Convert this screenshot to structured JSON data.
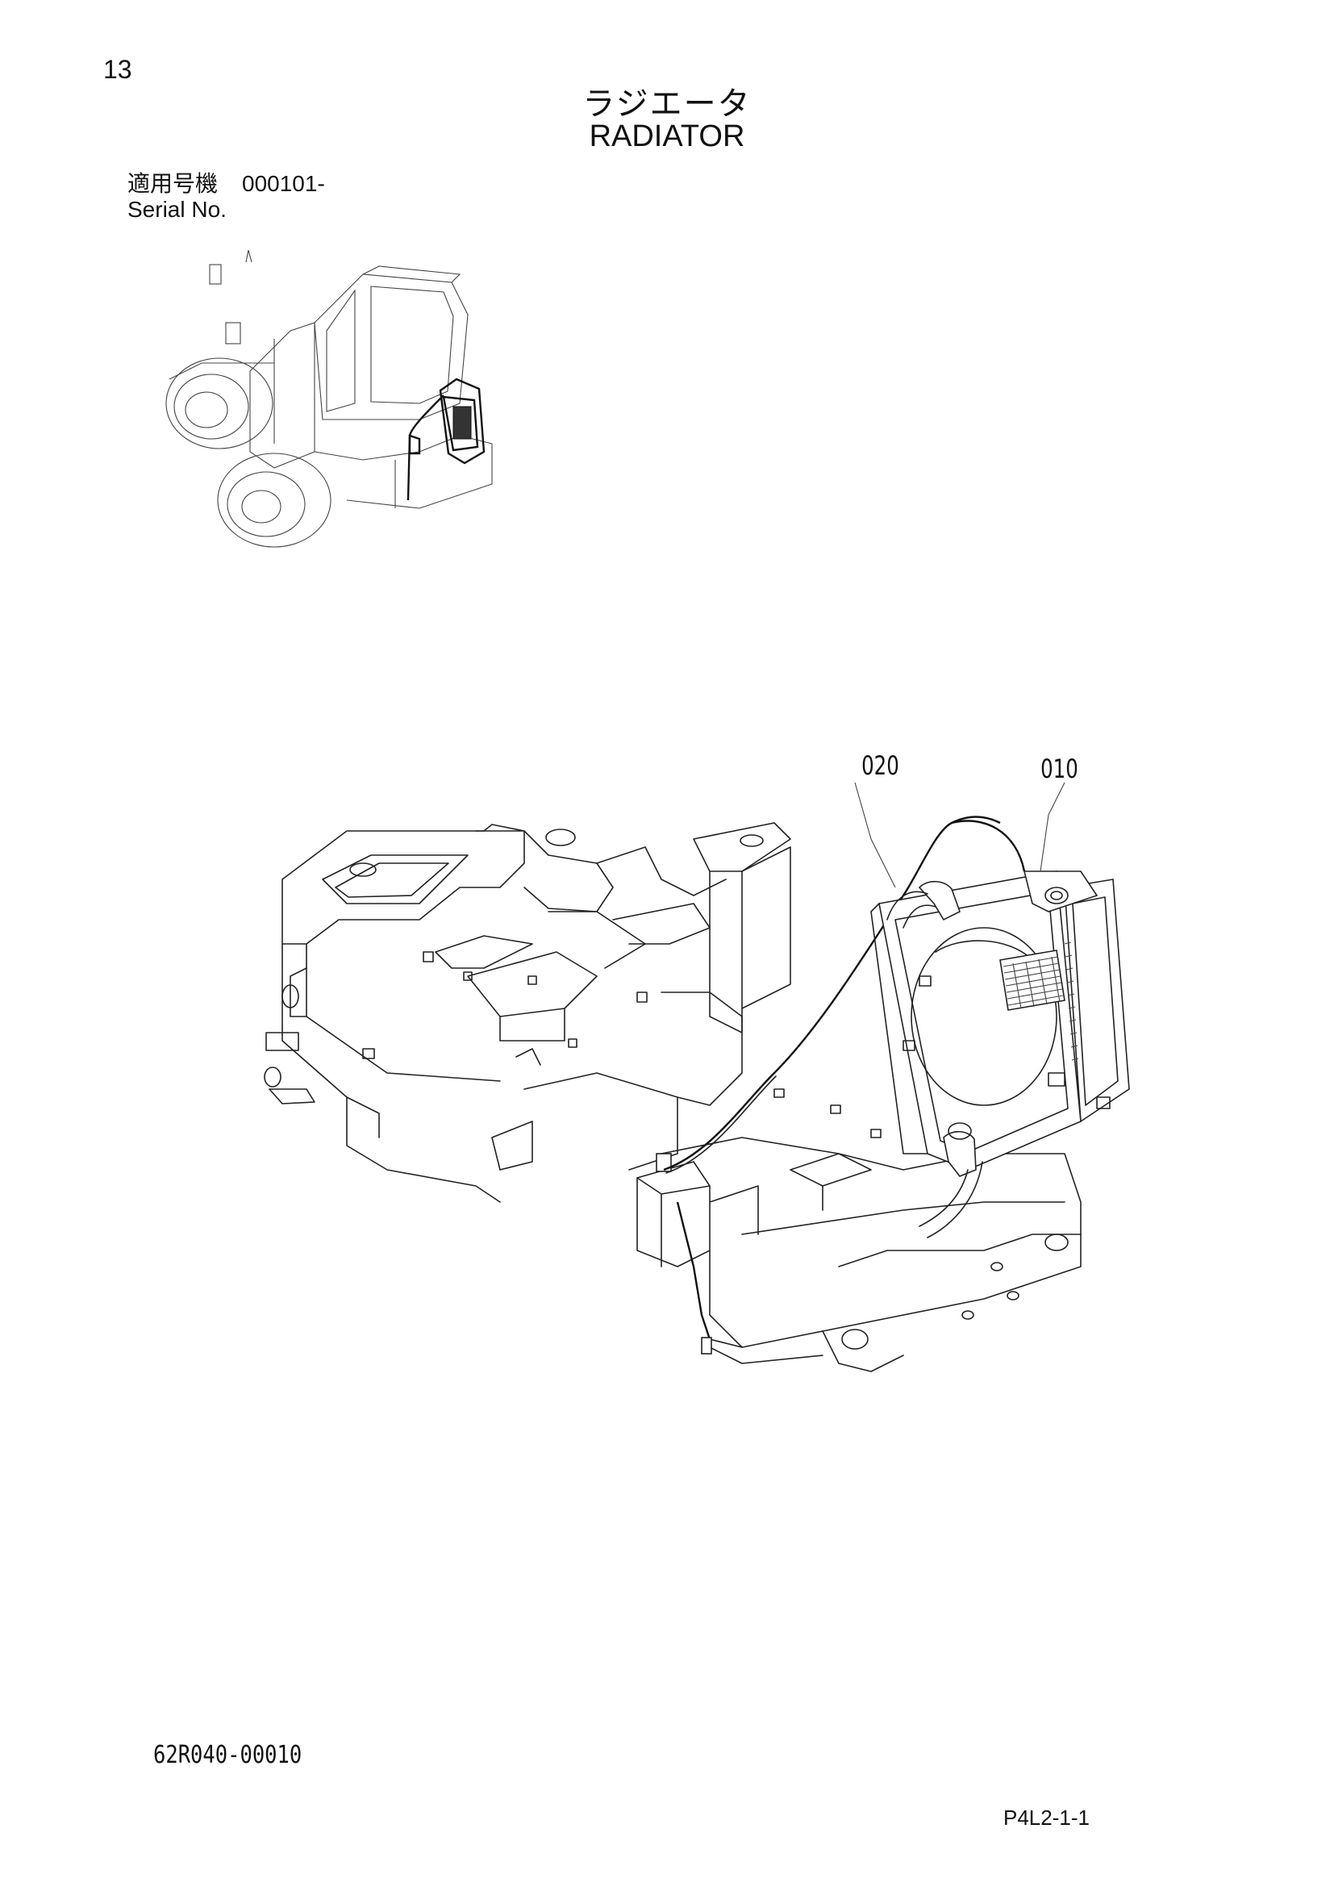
{
  "header": {
    "page_number": "13",
    "title_ja": "ラジエータ",
    "title_en": "RADIATOR"
  },
  "serial": {
    "label_ja": "適用号機",
    "value": "000101-",
    "label_en": "Serial No."
  },
  "callouts": [
    "020",
    "010"
  ],
  "footer": {
    "figure_code": "62R040-00010",
    "page_code": "P4L2-1-1"
  }
}
